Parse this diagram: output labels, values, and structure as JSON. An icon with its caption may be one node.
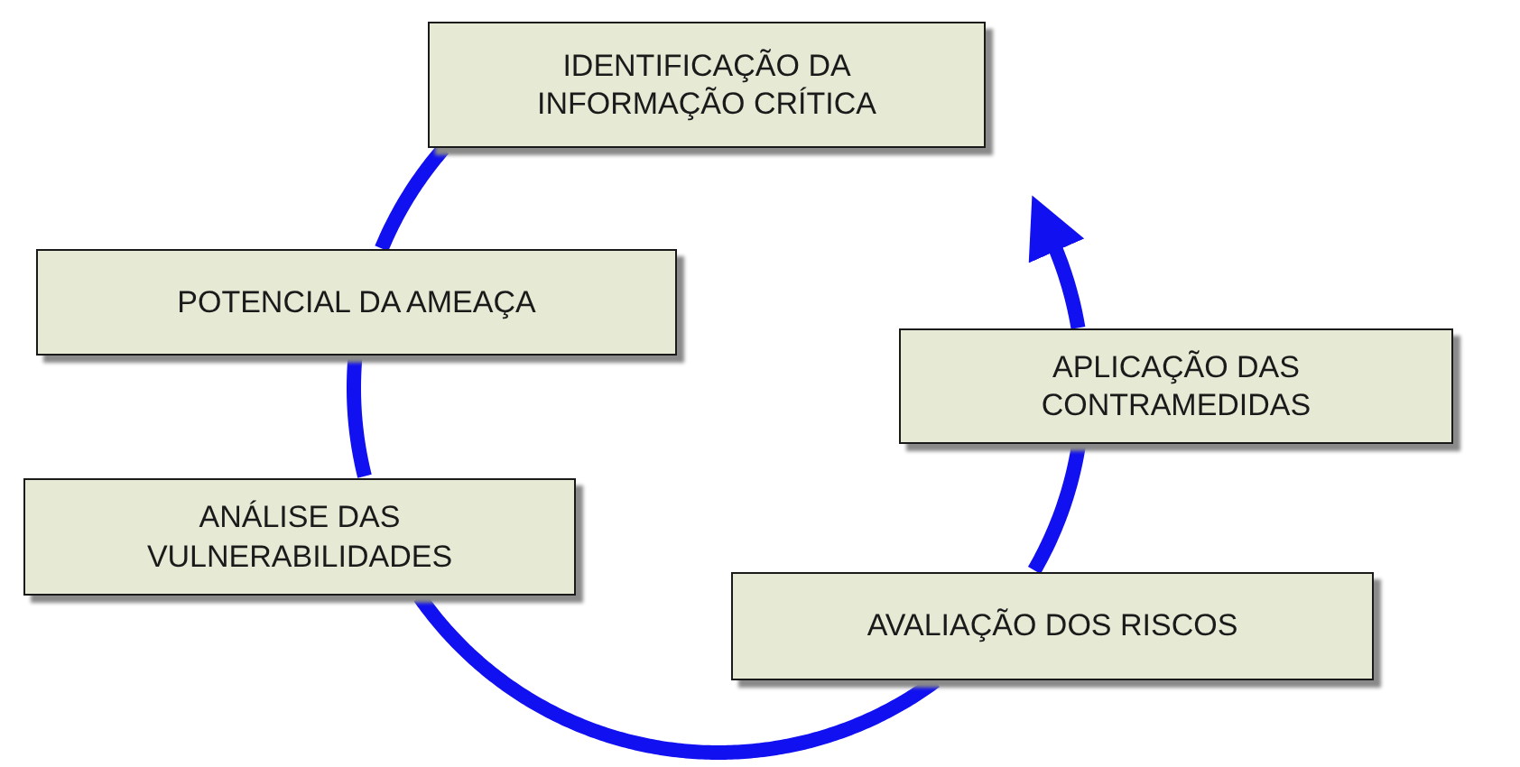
{
  "diagram": {
    "nodes": [
      {
        "text": [
          "IDENTIFICAÇÃO DA INFORMAÇÃO CRÍTICA"
        ]
      },
      {
        "text": [
          "POTENCIAL DA AMEAÇA"
        ]
      },
      {
        "text": [
          "ANÁLISE DAS VULNERABILIDADES"
        ]
      },
      {
        "text": [
          "AVALIAÇÃO DOS RISCOS"
        ]
      },
      {
        "text": [
          "APLICAÇÃO DAS CONTRAMEDIDAS"
        ]
      }
    ],
    "edges": [
      {
        "from": 0,
        "to": 1,
        "arrow": "none"
      },
      {
        "from": 1,
        "to": 2,
        "arrow": "none"
      },
      {
        "from": 2,
        "to": 3,
        "arrow": "none"
      },
      {
        "from": 3,
        "to": 4,
        "arrow": "none"
      },
      {
        "from": 4,
        "to": null,
        "arrow": "to"
      }
    ]
  }
}
